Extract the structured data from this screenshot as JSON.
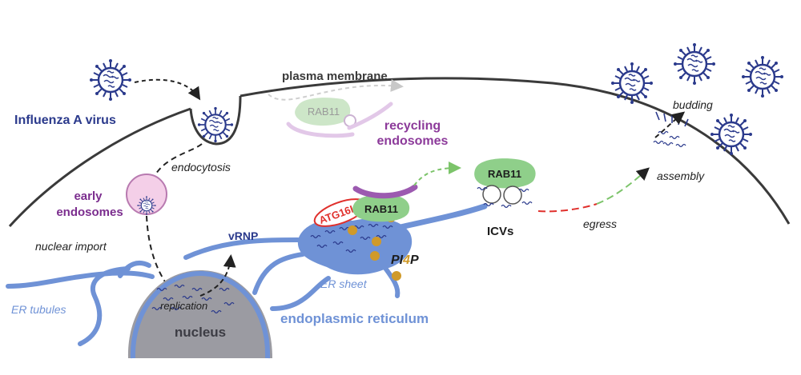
{
  "labels": {
    "influenza": "Influenza A virus",
    "plasma_membrane": "plasma membrane",
    "endocytosis": "endocytosis",
    "early_endosomes_1": "early",
    "early_endosomes_2": "endosomes",
    "nuclear_import": "nuclear import",
    "vrnp": "vRNP",
    "recycling_1": "recycling",
    "recycling_2": "endosomes",
    "rab11_faded": "RAB11",
    "rab11_er": "RAB11",
    "rab11_icv": "RAB11",
    "atg16l1": "ATG16L1",
    "pi4p_a": "PI",
    "pi4p_b": "4",
    "pi4p_c": "P",
    "icvs": "ICVs",
    "egress": "egress",
    "assembly": "assembly",
    "budding": "budding",
    "er_tubules": "ER tubules",
    "er_sheet": "ER sheet",
    "replication": "replication",
    "nucleus": "nucleus",
    "er": "endoplasmic reticulum"
  },
  "colors": {
    "virus": "#2b3a8c",
    "early_endosome": "#7b2d8e",
    "recycling": "#8c3a9a",
    "er_blue": "#6f92d6",
    "rab11_green": "#8fcf8a",
    "atg_red": "#e0302c",
    "pi4p_orange": "#d09a2a",
    "nucleus_gray": "#9b9ba2",
    "membrane": "#3a3a3a"
  }
}
